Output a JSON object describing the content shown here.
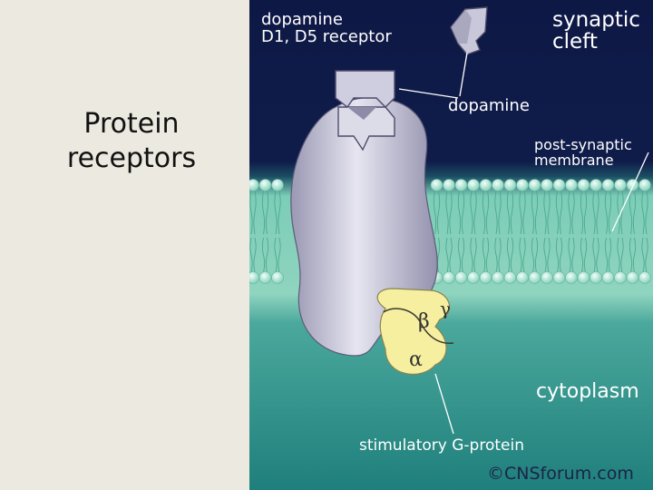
{
  "slide": {
    "title": "Protein\nreceptors"
  },
  "labels": {
    "receptor": "dopamine\nD1, D5 receptor",
    "dopamine": "dopamine",
    "synaptic_cleft": "synaptic\ncleft",
    "membrane": "post-synaptic\nmembrane",
    "cytoplasm": "cytoplasm",
    "g_protein": "stimulatory G-protein",
    "copyright": "©CNSforum.com"
  },
  "subunits": {
    "alpha": "α",
    "beta": "β",
    "gamma": "γ"
  },
  "colors": {
    "cleft": "#0e1845",
    "membrane_light": "#c9ede1",
    "membrane_mid": "#8fd4bf",
    "cytoplasm": "#2f8f87",
    "receptor": "#b9b7cc",
    "g_protein": "#f7efa0",
    "slide_bg": "#ece9e0"
  }
}
